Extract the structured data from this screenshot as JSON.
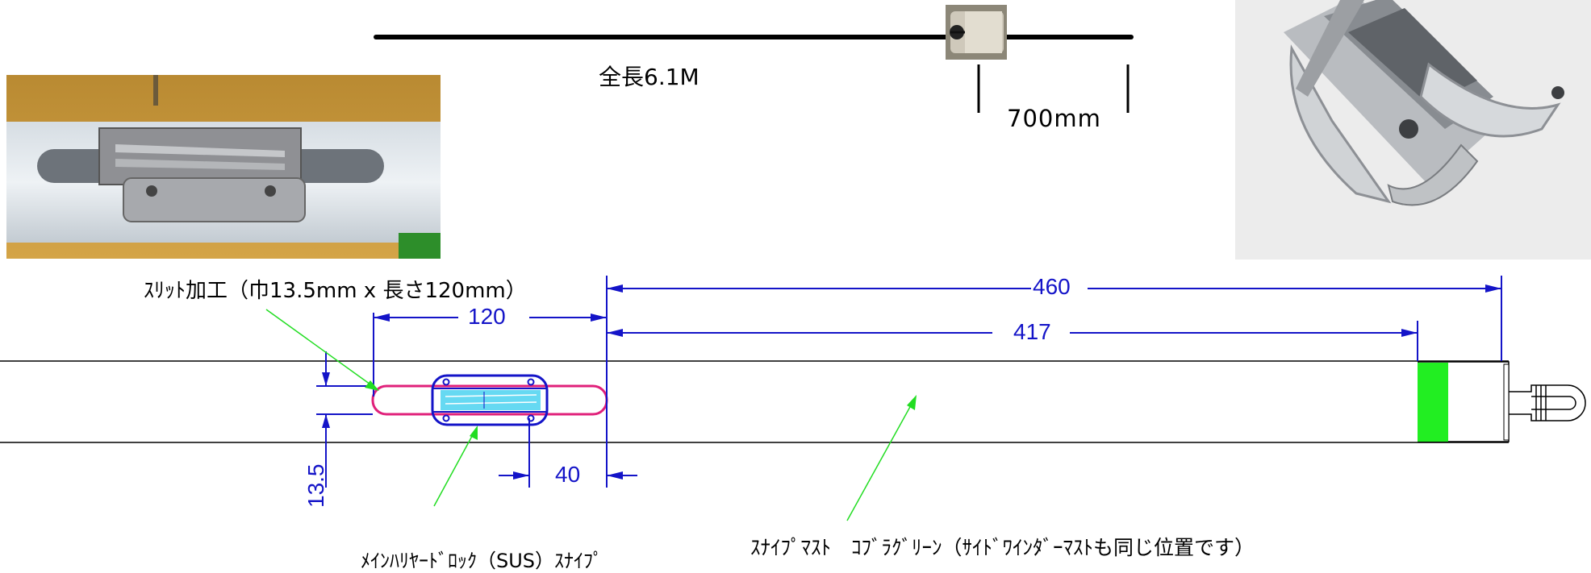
{
  "overview": {
    "total_length": "全長6.1M",
    "top_section_length": "700mm"
  },
  "photos": [
    {
      "name": "slot-closeup-photo",
      "description_shown": false
    },
    {
      "name": "lock-part-photo",
      "description_shown": false
    }
  ],
  "annotations": {
    "slit": "ｽﾘｯﾄ加工（巾13.5mm x 長さ120mm）",
    "lock": "ﾒｲﾝﾊﾘﾔｰﾄﾞﾛｯｸ（SUS）ｽﾅｲﾌﾟ",
    "mast": "ｽﾅｲﾌﾟﾏｽﾄ　ｺﾌﾞﾗｸﾞﾘｰﾝ（ｻｲﾄﾞﾜｲﾝﾀﾞｰﾏｽﾄも同じ位置です）"
  },
  "dimensions": {
    "d460": "460",
    "d417": "417",
    "d120": "120",
    "d40": "40",
    "d13_5": "13.5"
  },
  "colors": {
    "dimension": "#1414c8",
    "slit_outline": "#e0207a",
    "leader": "#22dd22",
    "marker": "#22ee22",
    "lock_fill": "#33ccee"
  }
}
